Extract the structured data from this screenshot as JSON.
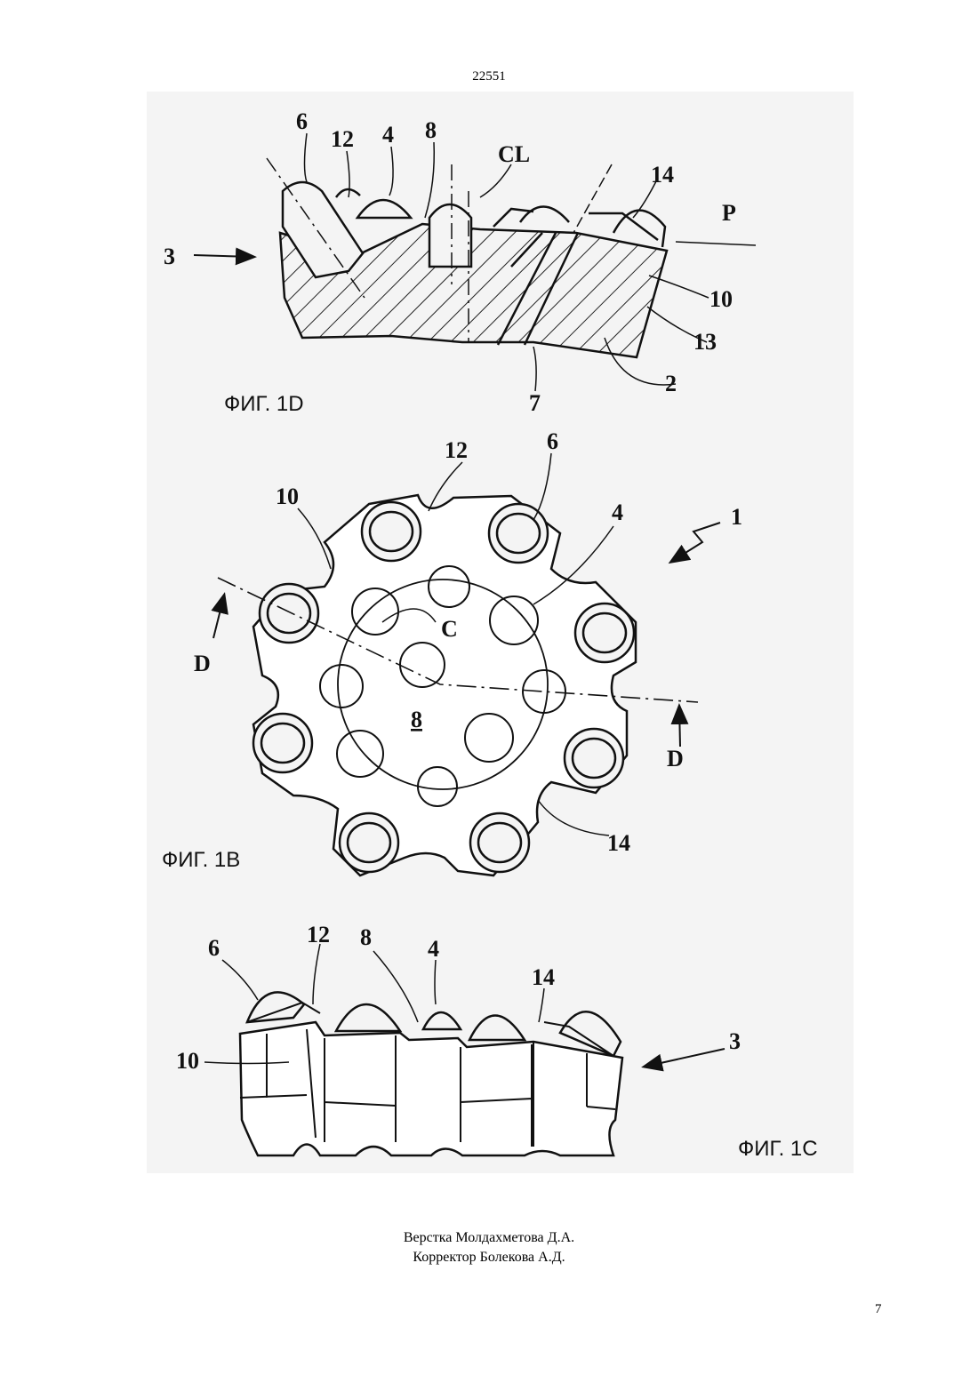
{
  "header": {
    "doc_number": "22551"
  },
  "figures": {
    "fig_1d": {
      "caption": "ФИГ. 1D",
      "labels": {
        "l6": "6",
        "l12": "12",
        "l4": "4",
        "l8": "8",
        "lCL": "CL",
        "l14": "14",
        "lP": "P",
        "l3": "3",
        "l10": "10",
        "l13": "13",
        "l2": "2",
        "l7": "7"
      }
    },
    "fig_1b": {
      "caption": "ФИГ. 1B",
      "labels": {
        "l12": "12",
        "l6": "6",
        "l10": "10",
        "l4": "4",
        "l1": "1",
        "lC": "C",
        "lDleft": "D",
        "lDright": "D",
        "l8": "8",
        "l14": "14"
      }
    },
    "fig_1c": {
      "caption": "ФИГ. 1C",
      "labels": {
        "l6": "6",
        "l12": "12",
        "l8": "8",
        "l4": "4",
        "l14": "14",
        "l10": "10",
        "l3": "3"
      }
    }
  },
  "footer": {
    "layout_credit": "Верстка Молдахметова Д.А.",
    "corrector_credit": "Корректор Болекова А.Д."
  },
  "page_number": "7"
}
